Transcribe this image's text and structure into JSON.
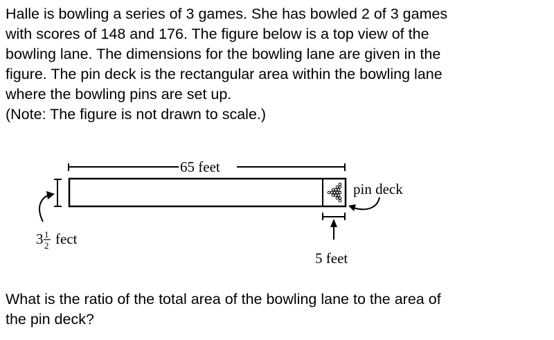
{
  "question": {
    "intro_lines": [
      "Halle is bowling a series of 3 games. She has bowled 2 of 3 games",
      "with scores of 148 and 176. The figure below is a top view of the",
      "bowling lane. The dimensions for the bowling lane are given in the",
      "figure. The pin deck is the rectangular area within the bowling lane",
      "where the bowling pins are set up.",
      "(Note: The figure is not drawn to scale.)"
    ],
    "prompt_lines": [
      "What is the ratio of the total area of the bowling lane to the area of",
      "the pin deck?"
    ]
  },
  "figure": {
    "length_label": "65 feet",
    "width_label_whole": "3",
    "width_label_num": "1",
    "width_label_den": "2",
    "width_label_unit": "fect",
    "deck_length_label": "5 feet",
    "pin_deck_label": "pin deck"
  }
}
